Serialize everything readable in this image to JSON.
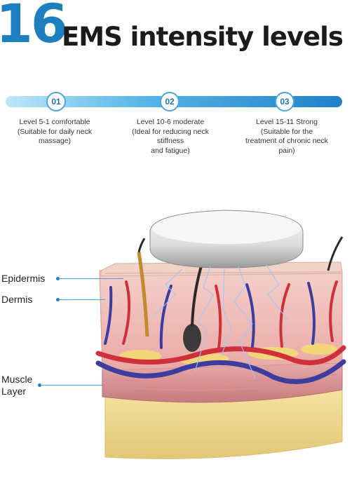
{
  "headline": {
    "number": "16",
    "text": "EMS intensity levels"
  },
  "steps": [
    {
      "badge": "01",
      "description": "Level 5-1 comfortable\n(Suitable for daily neck\nmassage)"
    },
    {
      "badge": "02",
      "description": "Level 10-6 moderate\n(Ideal for reducing neck\nstiffness\nand fatigue)"
    },
    {
      "badge": "03",
      "description": "Level 15-11 Strong\n(Suitable for the\ntreatment of chronic neck\npain)"
    }
  ],
  "layers": {
    "epidermis": "Epidermis",
    "dermis": "Dermis",
    "muscle": "Muscle\nLayer"
  },
  "colors": {
    "accent": "#1b7fc0",
    "skin": "#f2c6c0",
    "vein": "#3d3d9e",
    "artery": "#d0303a",
    "fat": "#f3d67a"
  }
}
